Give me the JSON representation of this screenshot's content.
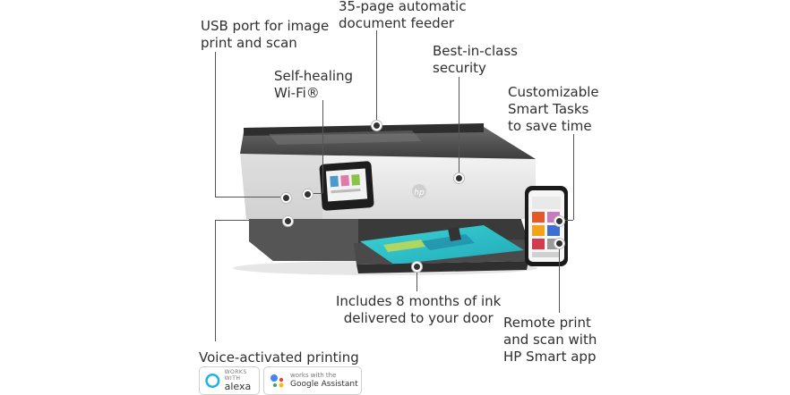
{
  "callouts": {
    "usb": "USB port for image\nprint and scan",
    "feeder": "35-page automatic\ndocument feeder",
    "wifi": "Self-healing\nWi-Fi®",
    "security": "Best-in-class\nsecurity",
    "smart_tasks": "Customizable\nSmart Tasks\nto save time",
    "ink": "Includes 8 months of ink\ndelivered to your door",
    "remote": "Remote print\nand scan with\nHP Smart app",
    "voice": "Voice-activated printing"
  },
  "badges": {
    "alexa_small": "WORKS WITH",
    "alexa_big": "alexa",
    "google_small": "works with the",
    "google_big": "Google Assistant"
  },
  "logo": "hp",
  "colors": {
    "alexa_ring": "#1fb2e8",
    "google_blue": "#4285f4",
    "google_red": "#ea4335",
    "google_yellow": "#fbbc05",
    "google_green": "#34a853",
    "paper_teal": "#2fc6c9"
  }
}
